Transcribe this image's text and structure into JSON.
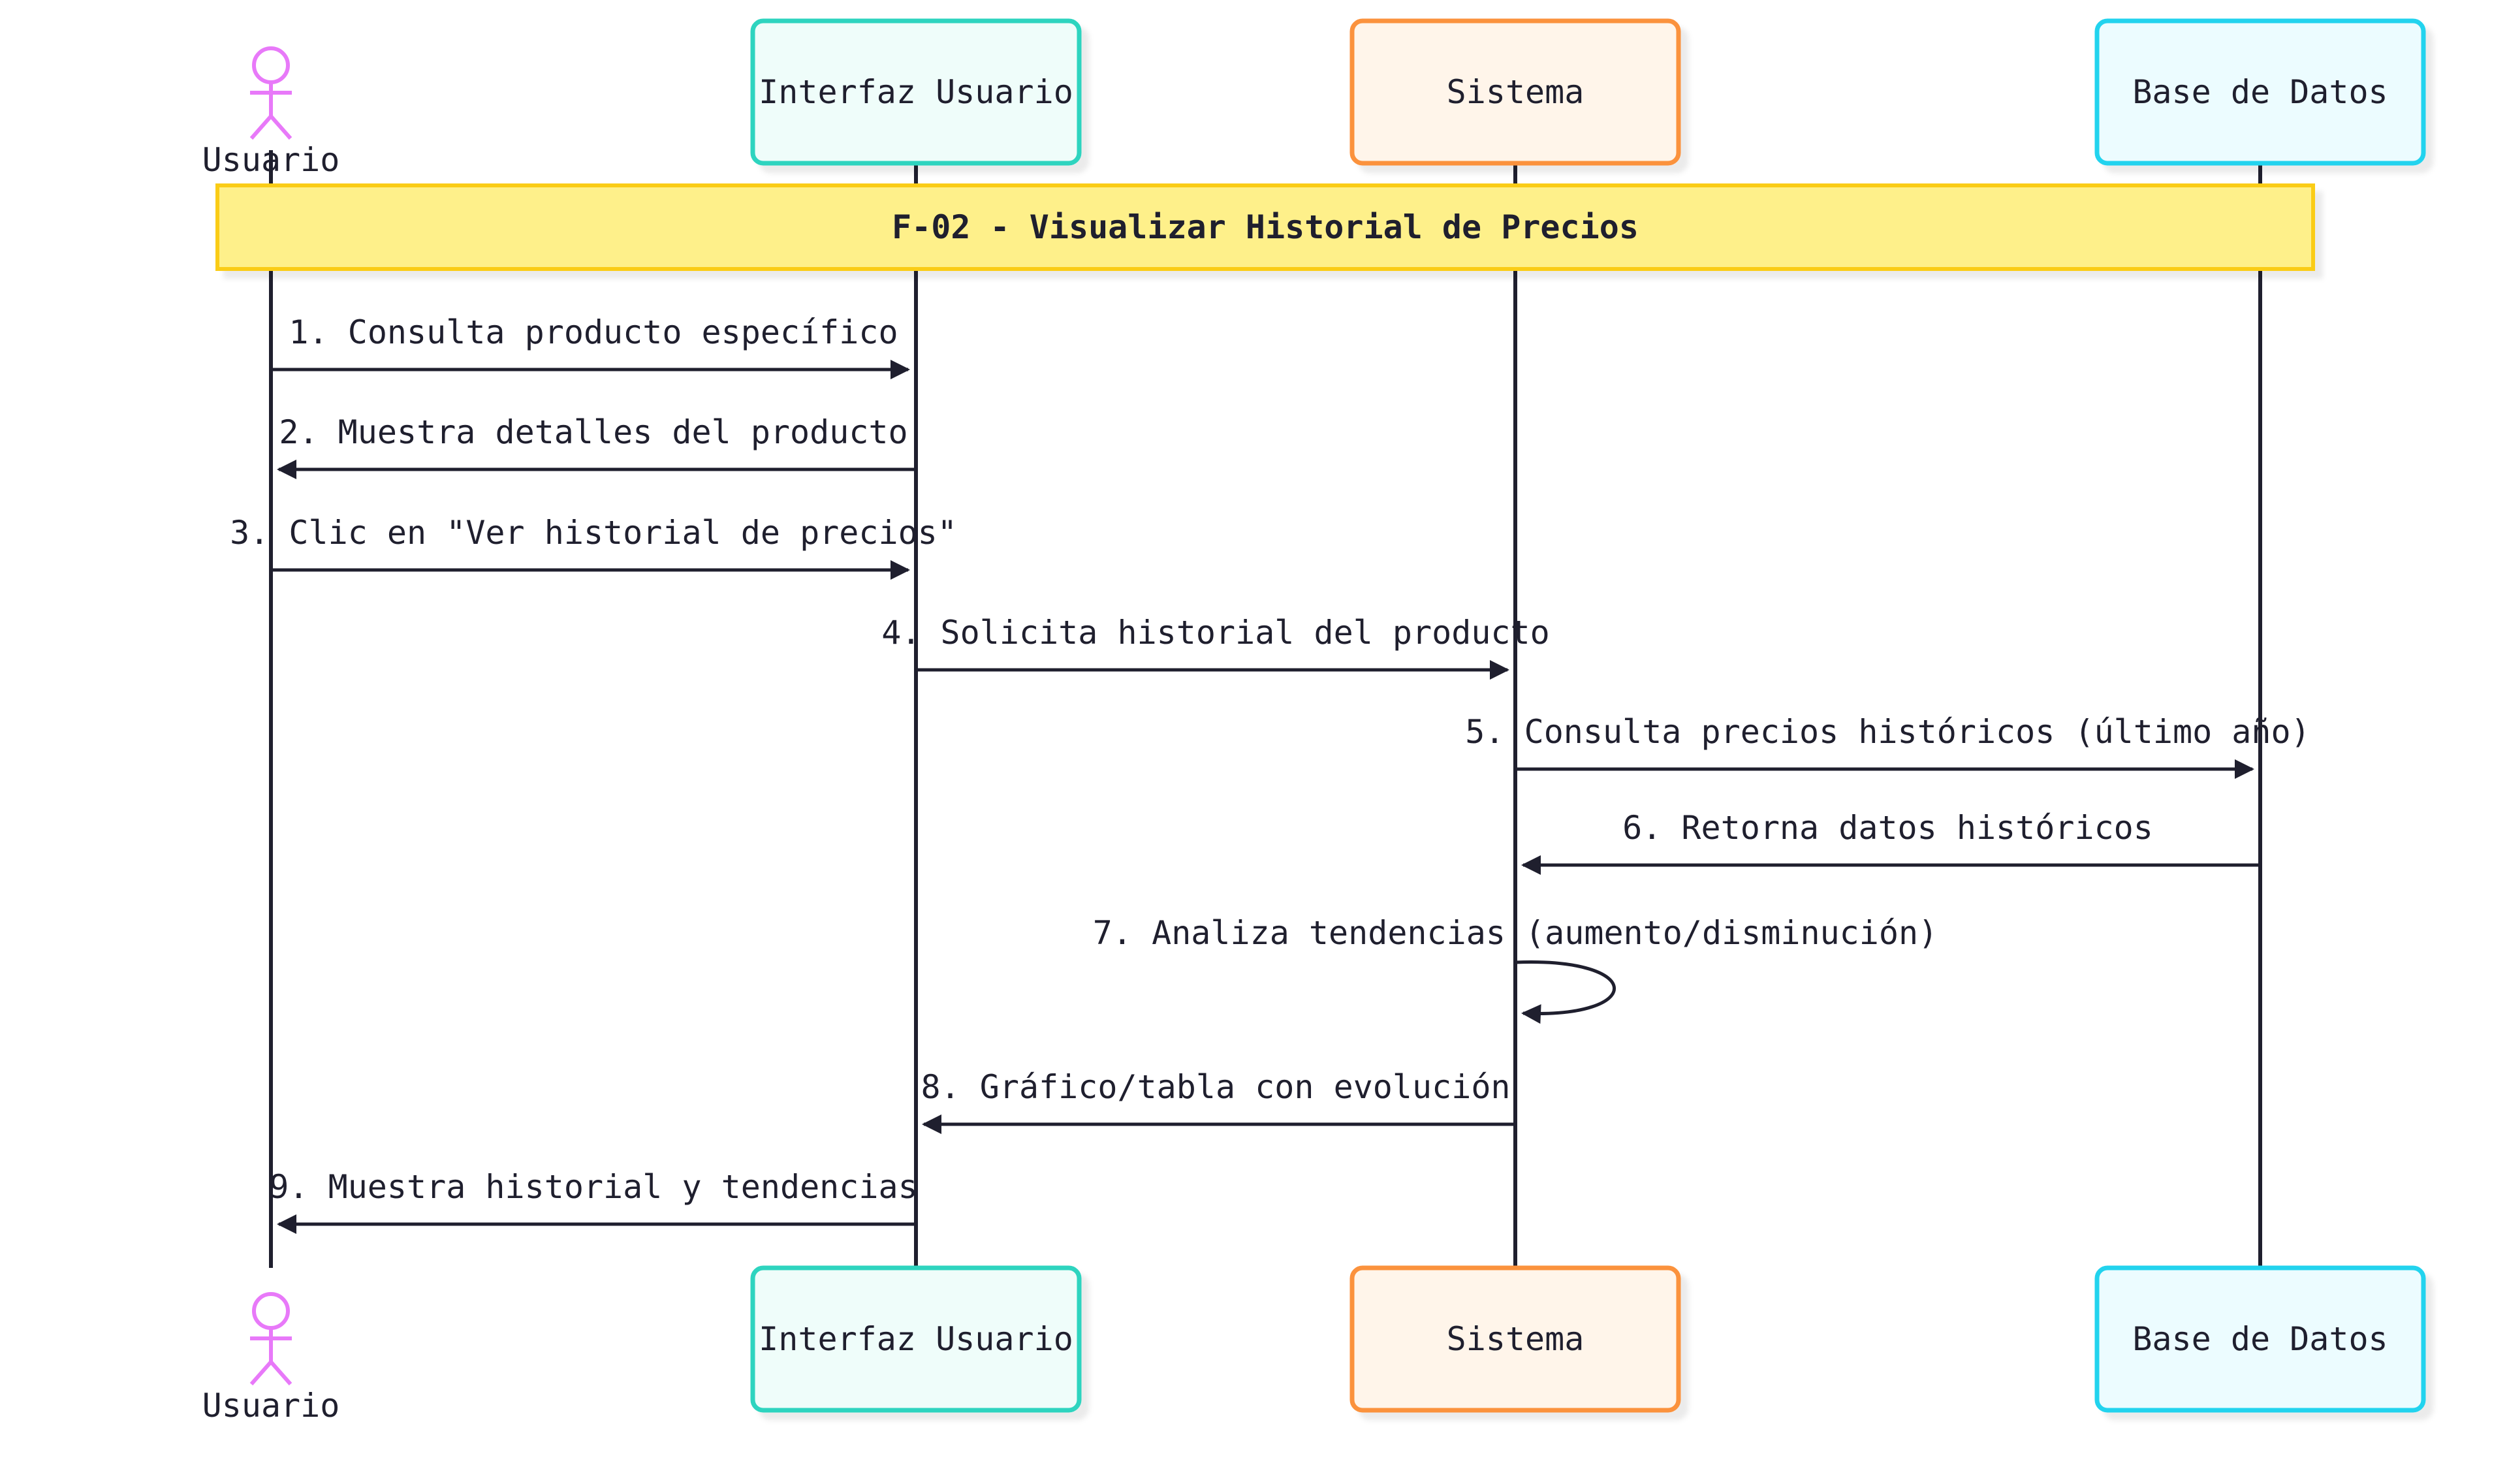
{
  "participants": [
    {
      "id": "usuario",
      "label": "Usuario",
      "kind": "actor",
      "stroke": "#e879f9",
      "fill": "#ffffff"
    },
    {
      "id": "ui",
      "label": "Interfaz Usuario",
      "kind": "box",
      "stroke": "#2dd4bf",
      "fill": "#effdfa"
    },
    {
      "id": "sistema",
      "label": "Sistema",
      "kind": "box",
      "stroke": "#fb923c",
      "fill": "#fff5ea"
    },
    {
      "id": "bd",
      "label": "Base de Datos",
      "kind": "box",
      "stroke": "#22d3ee",
      "fill": "#ecfcff"
    }
  ],
  "note": {
    "text": "F-02 - Visualizar Historial de Precios",
    "fill": "#fef08a",
    "stroke": "#facc15"
  },
  "messages": [
    {
      "from": "usuario",
      "to": "ui",
      "text": "1. Consulta producto específico"
    },
    {
      "from": "ui",
      "to": "usuario",
      "text": "2. Muestra detalles del producto"
    },
    {
      "from": "usuario",
      "to": "ui",
      "text": "3. Clic en \"Ver historial de precios\""
    },
    {
      "from": "ui",
      "to": "sistema",
      "text": "4. Solicita historial del producto"
    },
    {
      "from": "sistema",
      "to": "bd",
      "text": "5. Consulta precios históricos (último año)"
    },
    {
      "from": "bd",
      "to": "sistema",
      "text": "6. Retorna datos históricos"
    },
    {
      "from": "sistema",
      "to": "sistema",
      "text": "7. Analiza tendencias (aumento/disminución)"
    },
    {
      "from": "sistema",
      "to": "ui",
      "text": "8. Gráfico/tabla con evolución"
    },
    {
      "from": "ui",
      "to": "usuario",
      "text": "9. Muestra historial y tendencias"
    }
  ]
}
